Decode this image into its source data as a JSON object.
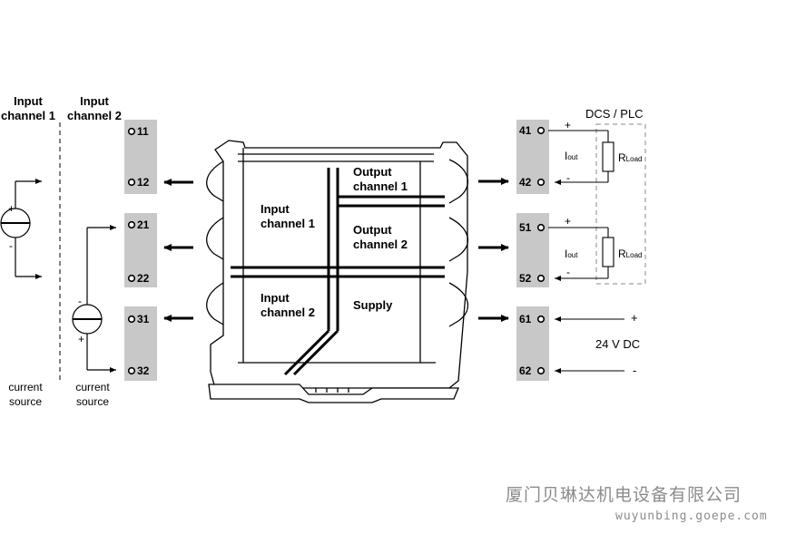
{
  "labels": {
    "input_channel_1": "Input channel 1",
    "input_channel_2": "Input channel 2",
    "current_source": "current source",
    "dcs_plc": "DCS / PLC",
    "supply_voltage": "24 V DC",
    "inner_input_1": "Input channel 1",
    "inner_input_2": "Input channel 2",
    "inner_output_1": "Output channel 1",
    "inner_output_2": "Output channel 2",
    "inner_supply": "Supply",
    "iout": "I",
    "iout_sub": "out",
    "rload": "R",
    "rload_sub": "Load",
    "plus": "+",
    "minus": "-"
  },
  "terminals": {
    "left": [
      "11",
      "12",
      "21",
      "22",
      "31",
      "32"
    ],
    "right": [
      "41",
      "42",
      "51",
      "52",
      "61",
      "62"
    ]
  },
  "watermark": {
    "company": "厦门贝琳达机电设备有限公司",
    "url": "wuyunbing.goepe.com"
  }
}
